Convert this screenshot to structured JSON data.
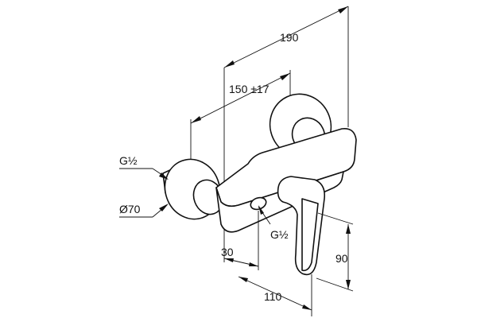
{
  "drawing": {
    "dimensions": {
      "overall_width": "190",
      "center_distance": "150 ±17",
      "thread_inlet": "G½",
      "rosette_diameter": "Ø70",
      "thread_outlet": "G½",
      "outlet_offset": "30",
      "depth": "110",
      "height": "90"
    },
    "colors": {
      "line": "#111111",
      "background": "#ffffff"
    }
  }
}
